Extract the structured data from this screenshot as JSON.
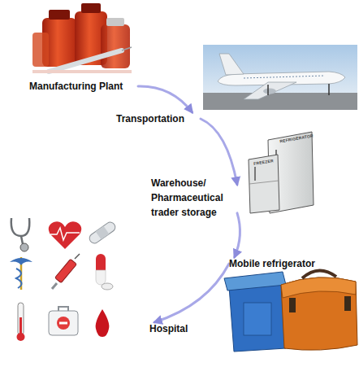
{
  "diagram": {
    "nodes": [
      {
        "text": [
          "Manufacturing Plant"
        ]
      },
      {
        "text": [
          "Transportation"
        ]
      },
      {
        "text": [
          "Warehouse/ Pharmaceutical trader storage"
        ]
      },
      {
        "text": [
          "Mobile refrigerator"
        ]
      },
      {
        "text": [
          "Hospital"
        ]
      }
    ],
    "edges": [
      {
        "from": 0,
        "to": 1,
        "arrow": "to"
      },
      {
        "from": 1,
        "to": 2,
        "arrow": "to"
      },
      {
        "from": 2,
        "to": 3,
        "arrow": "to"
      },
      {
        "from": 3,
        "to": 4,
        "arrow": "to"
      }
    ],
    "labels": [
      "REFRIGERATOR",
      "FREEZER"
    ]
  }
}
